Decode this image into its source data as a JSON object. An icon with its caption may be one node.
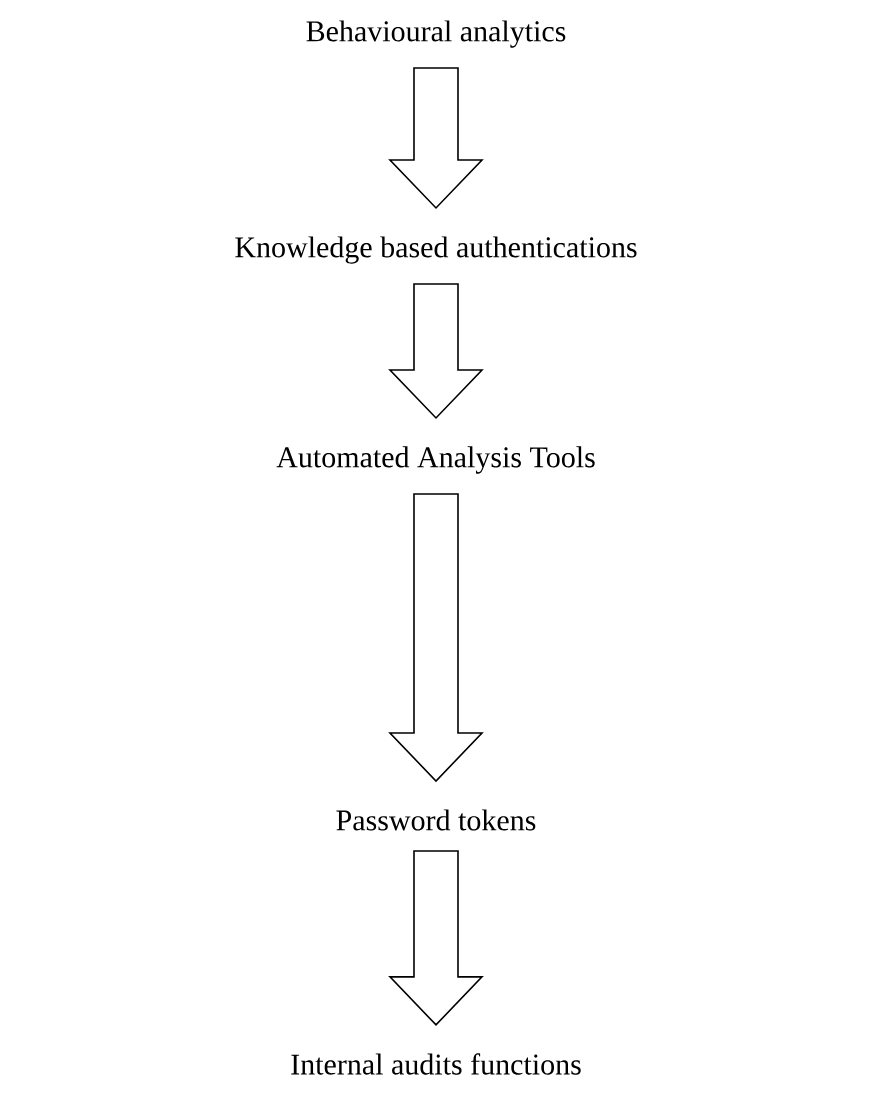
{
  "diagram": {
    "nodes": [
      {
        "text": [
          "Behavioural analytics"
        ]
      },
      {
        "text": [
          "Knowledge based authentications"
        ]
      },
      {
        "text": [
          "Automated Analysis Tools"
        ]
      },
      {
        "text": [
          "Password tokens"
        ]
      },
      {
        "text": [
          "Internal audits functions"
        ]
      }
    ],
    "edges": [
      {
        "from": 0,
        "to": 1,
        "arrow": "to"
      },
      {
        "from": 1,
        "to": 2,
        "arrow": "to"
      },
      {
        "from": 2,
        "to": 3,
        "arrow": "to"
      },
      {
        "from": 3,
        "to": 4,
        "arrow": "to"
      }
    ]
  }
}
